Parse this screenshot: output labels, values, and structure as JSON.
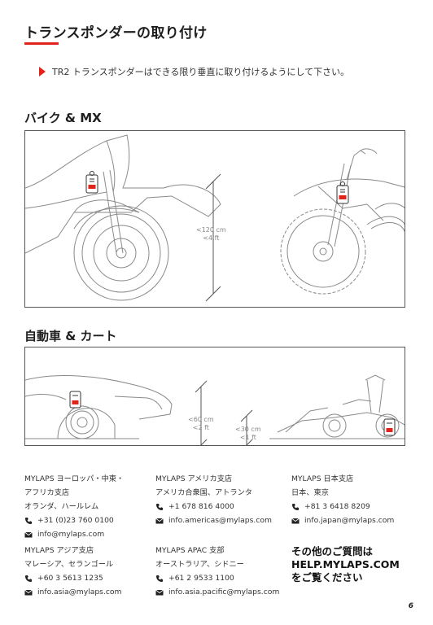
{
  "title": "トランスポンダーの取り付け",
  "instruction": "TR2 トランスポンダーはできる限り垂直に取り付けるようにして下さい。",
  "sections": {
    "bike": {
      "title": "バイク & MX",
      "dim_cm": "<120 cm",
      "dim_ft": "<4   ft"
    },
    "car": {
      "title": "自動車 & カート",
      "car_dim_cm": "<60 cm",
      "car_dim_ft": "<2 ft",
      "kart_dim_cm": "<30 cm",
      "kart_dim_ft": "<1 ft"
    }
  },
  "contacts": [
    {
      "name": "MYLAPS ヨーロッパ・中東・",
      "name2": "アフリカ支店",
      "location": "オランダ、ハールレム",
      "phone": "+31 (0)23 760 0100",
      "email": "info@mylaps.com"
    },
    {
      "name": "MYLAPS アメリカ支店",
      "location": "アメリカ合衆国、アトランタ",
      "phone": "+1 678 816 4000",
      "email": "info.americas@mylaps.com"
    },
    {
      "name": "MYLAPS 日本支店",
      "location": "日本、東京",
      "phone": "+81 3 6418 8209",
      "email": "info.japan@mylaps.com"
    },
    {
      "name": "MYLAPS アジア支店",
      "location": "マレーシア、セランゴール",
      "phone": "+60 3 5613 1235",
      "email": "info.asia@mylaps.com"
    },
    {
      "name": "MYLAPS APAC 支部",
      "location": "オーストラリア、シドニー",
      "phone": "+61 2 9533 1100",
      "email": "info.asia.pacific@mylaps.com"
    }
  ],
  "help": {
    "line1": "その他のご質問は",
    "line2": "HELP.MYLAPS.COM",
    "line3": "をご覧ください"
  },
  "page_number": "6",
  "colors": {
    "accent": "#e2231a",
    "text": "#1e1e1e",
    "line_art": "#8a8a8a"
  },
  "icons": {
    "phone": "phone-icon",
    "email": "envelope-icon",
    "bullet": "triangle-bullet-icon"
  }
}
